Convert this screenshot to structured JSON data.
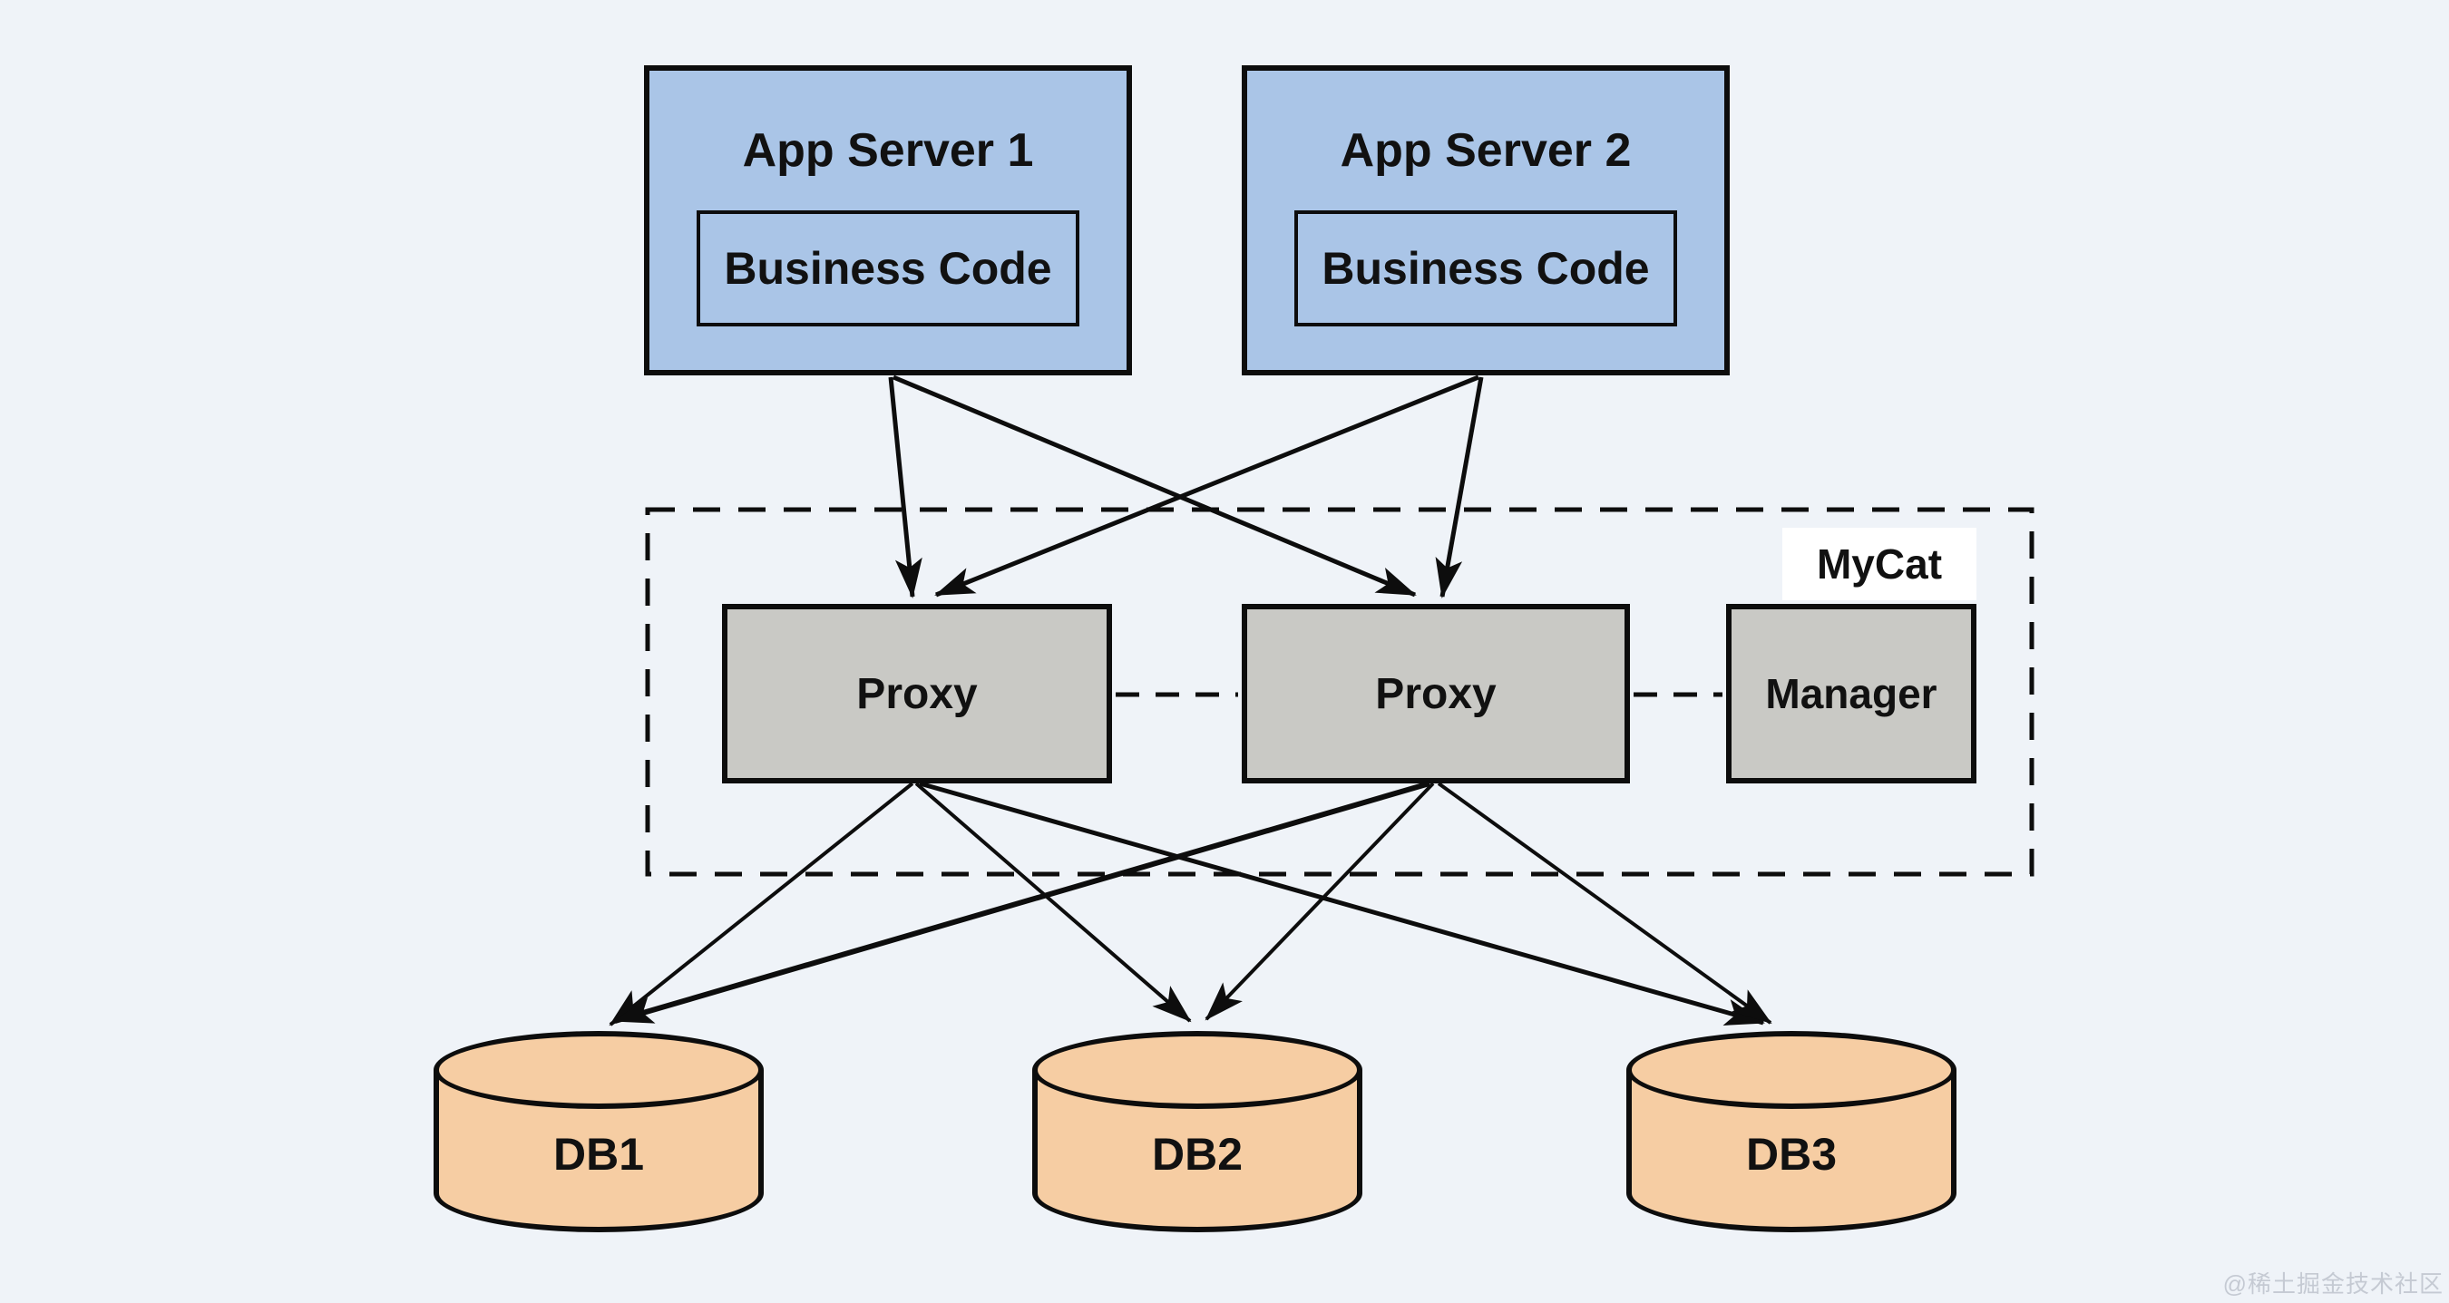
{
  "diagram_title_implicit": "MyCat proxy architecture",
  "colors": {
    "background": "#eff3f8",
    "app_server_fill": "#aac5e7",
    "mycat_component_fill": "#c9c9c5",
    "database_fill": "#f6cda3",
    "stroke": "#0d0d0d",
    "mycat_label_bg": "#ffffff",
    "watermark": "#c5cad3"
  },
  "app_servers": [
    {
      "title": "App Server 1",
      "inner_label": "Business Code"
    },
    {
      "title": "App Server 2",
      "inner_label": "Business Code"
    }
  ],
  "mycat": {
    "label": "MyCat",
    "proxies": [
      "Proxy",
      "Proxy"
    ],
    "manager_label": "Manager"
  },
  "databases": [
    {
      "label": "DB1"
    },
    {
      "label": "DB2"
    },
    {
      "label": "DB3"
    }
  ],
  "watermark": "@稀土掘金技术社区"
}
